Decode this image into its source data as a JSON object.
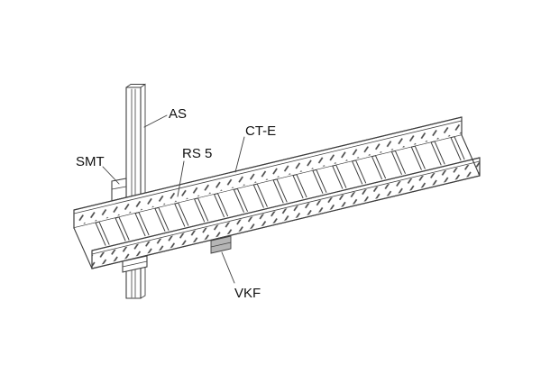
{
  "diagram": {
    "type": "isometric technical line drawing of a perforated cable tray mounted to a vertical support rail",
    "labels": {
      "as": {
        "text": "AS"
      },
      "cte": {
        "text": "CT-E"
      },
      "smt": {
        "text": "SMT"
      },
      "rs5": {
        "text": "RS 5"
      },
      "vkf": {
        "text": "VKF"
      }
    },
    "colors": {
      "line": "#3f3f3f",
      "clamp_fill": "#b5b5b5",
      "background": "#ffffff"
    }
  }
}
